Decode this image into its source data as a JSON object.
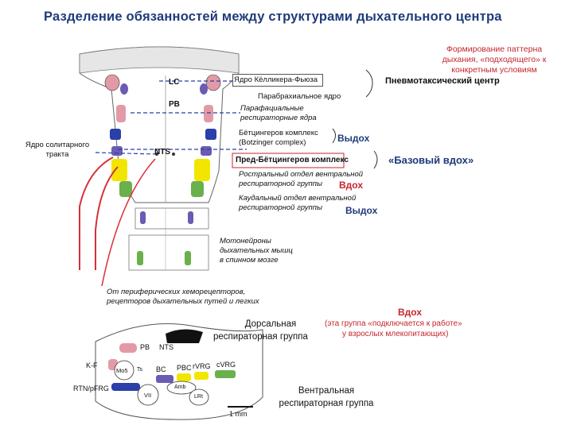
{
  "title": "Разделение обязанностей между структурами дыхательного центра",
  "top_right": {
    "pattern_l1": "Формирование паттерна",
    "pattern_l2": "дыхания, «подходящего» к",
    "pattern_l3": "конкретным условиям",
    "pneumotaxic": "Пневмотаксический центр"
  },
  "labels": {
    "kolliker": "Ядро Кёлликера-Фьюза",
    "parabrachial": "Парабрахиальное ядро",
    "parafacial_l1": "Парафациальные",
    "parafacial_l2": "респираторные ядра",
    "botzinger_l1": "Бётцингеров комплекс",
    "botzinger_l2": "(Botzinger complex)",
    "expir1": "Выдох",
    "prebotz": "Пред-Бётцингеров комплекс",
    "basic_inspir": "«Базовый вдох»",
    "rostral_l1": "Ростральный отдел вентральной",
    "rostral_l2": "респираторной группы",
    "inspir1": "Вдох",
    "caudal_l1": "Каудальный отдел вентральной",
    "caudal_l2": "респираторной группы",
    "expir2": "Выдох",
    "moto_l1": "Мотонейроны",
    "moto_l2": "дыхательных мышц",
    "moto_l3": "в спинном мозге",
    "periph_l1": "От периферических хеморецепторов,",
    "periph_l2": "рецепторов дыхательных путей и легких",
    "nts_l1": "Ядро солитарного",
    "nts_l2": "тракта",
    "LC": "LC",
    "PB": "PB",
    "NTS": "NTS"
  },
  "bottom": {
    "inspir": "Вдох",
    "note_l1": "(эта группа «подключается к работе»",
    "note_l2": "у взрослых млекопитающих)",
    "dorsal_l1": "Дорсальная",
    "dorsal_l2": "респираторная группа",
    "ventral_l1": "Вентральная",
    "ventral_l2": "респираторная группа",
    "PB": "PB",
    "NTS": "NTS",
    "KF": "K-F",
    "RTN": "RTN/pFRG",
    "Mo5": "Mo5",
    "BC": "BC",
    "PBC": "PBC",
    "rVRG": "rVRG",
    "cVRG": "cVRG",
    "VII": "VII",
    "Amb": "Amb",
    "LRt": "LRt",
    "Ts": "Ts",
    "scale": "1 mm"
  },
  "colors": {
    "title": "#1f3b7a",
    "accent_red": "#c4262e",
    "pink": "#e39aa7",
    "purple": "#6a5bb5",
    "yellow": "#f2e600",
    "green": "#6ab04c",
    "dark_blue": "#2a3fa8"
  }
}
